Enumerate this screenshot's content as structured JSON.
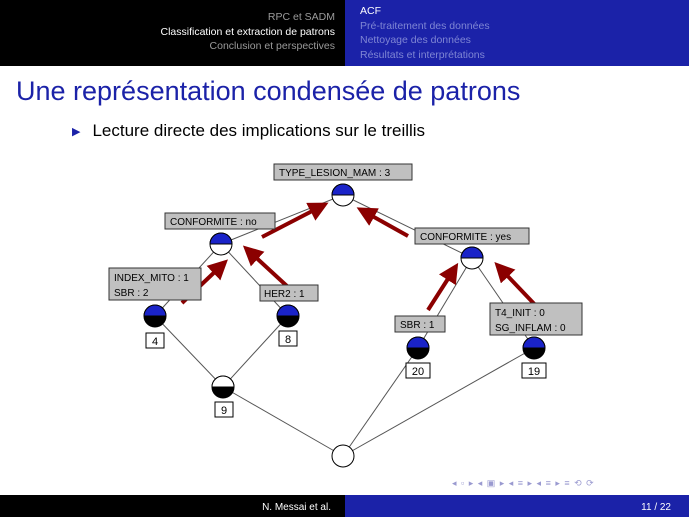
{
  "header": {
    "left_items": [
      "RPC et SADM",
      "Classification et extraction de patrons",
      "Conclusion et perspectives"
    ],
    "right_items": [
      "ACF",
      "Pré-traitement des données",
      "Nettoyage des données",
      "Résultats et interprétations"
    ]
  },
  "slide": {
    "title": "Une représentation condensée de patrons",
    "bullet": "Lecture directe des implications sur le treillis"
  },
  "diagram": {
    "labels": {
      "top": "TYPE_LESION_MAM : 3",
      "conf_no": "CONFORMITE : no",
      "conf_yes": "CONFORMITE : yes",
      "index_mito_1": "INDEX_MITO : 1",
      "index_mito_2": "SBR : 2",
      "her2": "HER2 : 1",
      "sbr1": "SBR : 1",
      "t4_1": "T4_INIT : 0",
      "t4_2": "SG_INFLAM : 0"
    },
    "counts": {
      "n4": "4",
      "n8": "8",
      "n9": "9",
      "n20": "20",
      "n19": "19"
    },
    "colors": {
      "node_fill": "#1a23c8",
      "arrow": "#8b0000",
      "label_bg": "#c0c0c0"
    }
  },
  "nav": {
    "symbols": "◂ ▫ ▸ ◂ ▣ ▸ ◂ ≡ ▸ ◂ ≡ ▸   ≡   ⟲ ⟳"
  },
  "footer": {
    "author": "N. Messai et al.",
    "page": "11 / 22"
  }
}
